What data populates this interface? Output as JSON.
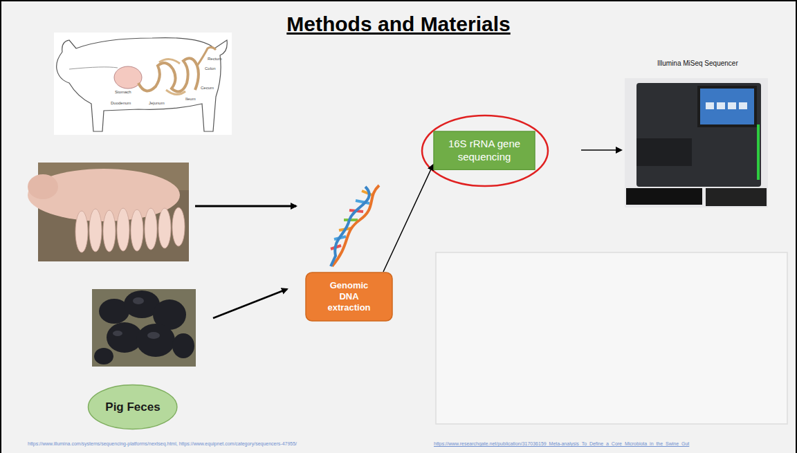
{
  "diagram": {
    "title": "Methods and Materials",
    "nodes": [
      {
        "text": [
          "Pig Feces"
        ]
      },
      {
        "text": [
          "Genomic DNA extraction"
        ]
      },
      {
        "text": [
          "16S rRNA gene sequencing"
        ]
      }
    ],
    "edges": [
      {
        "from": 1,
        "to": 2,
        "arrow": "to"
      }
    ],
    "labels": [
      "Illumina MiSeq Sequencer",
      "Stomach",
      "Duodenum",
      "Jejunum",
      "Ileum",
      "Cecum",
      "Colon",
      "Rectum",
      "https://www.illumina.com/systems/sequencing-platforms/nextseq.html, https://www.equipnet.com/category/sequencers-47955/",
      "https://www.researchgate.net/publication/317036159_Meta-analysis_To_Define_a_Core_Microbiota_in_the_Swine_Gut"
    ]
  }
}
